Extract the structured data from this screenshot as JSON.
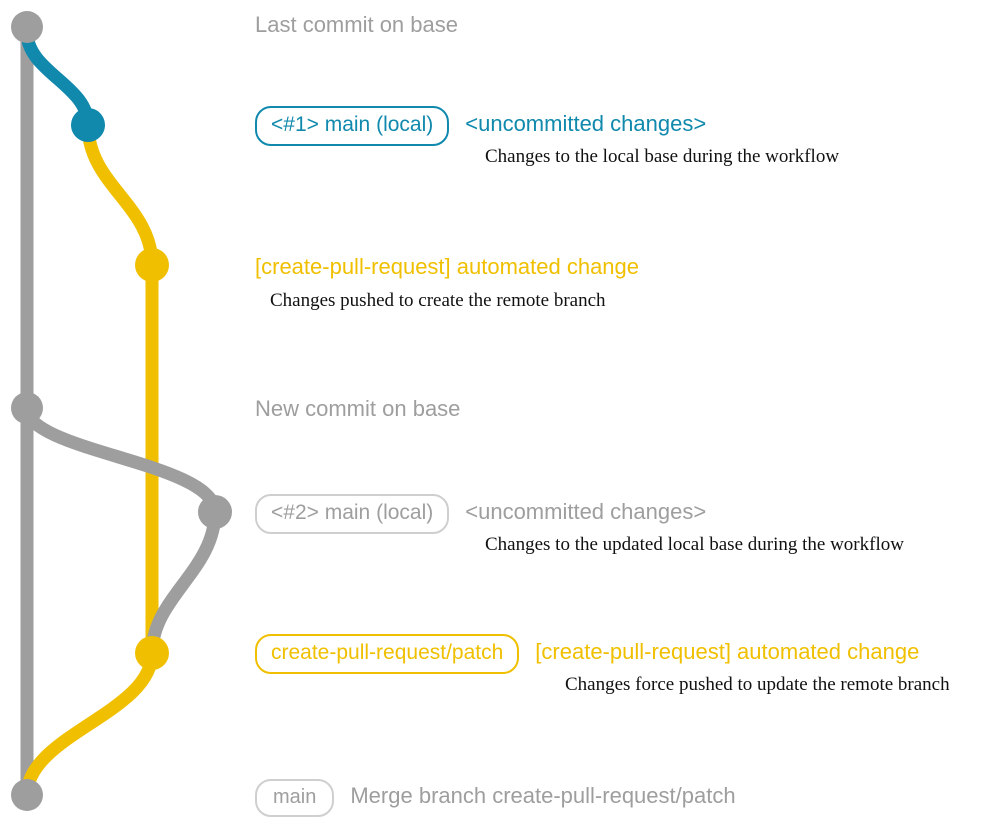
{
  "diagram": {
    "title": "git branch graph for create-pull-request workflow",
    "colors": {
      "base_grey": "#9e9e9e",
      "local_teal": "#1089ad",
      "patch_yellow": "#f0c000",
      "pill_border_grey": "#cfcfcf",
      "note_text": "#111111",
      "background": "#ffffff"
    }
  },
  "commits": [
    {
      "id": "last-commit-on-base",
      "node_color": "#9e9e9e",
      "headline": "Last commit on base",
      "refs": [],
      "subject": "",
      "note": ""
    },
    {
      "id": "local-main-1",
      "node_color": "#1089ad",
      "headline": "",
      "refs": [
        {
          "label": "<#1> main (local)",
          "style": "teal"
        }
      ],
      "subject": "<uncommitted changes>",
      "subject_color": "teal",
      "note": "Changes to the local base during the workflow"
    },
    {
      "id": "automated-change-1",
      "node_color": "#f0c000",
      "headline": "",
      "refs": [],
      "subject": "[create-pull-request] automated change",
      "subject_color": "yellow",
      "note": "Changes pushed to create the remote branch"
    },
    {
      "id": "new-commit-on-base",
      "node_color": "#9e9e9e",
      "headline": "New commit on base",
      "refs": [],
      "subject": "",
      "note": ""
    },
    {
      "id": "local-main-2",
      "node_color": "#9e9e9e",
      "headline": "",
      "refs": [
        {
          "label": "<#2> main (local)",
          "style": "grey"
        }
      ],
      "subject": "<uncommitted changes>",
      "subject_color": "grey",
      "note": "Changes to the updated local base during the workflow"
    },
    {
      "id": "automated-change-2",
      "node_color": "#f0c000",
      "headline": "",
      "refs": [
        {
          "label": "create-pull-request/patch",
          "style": "yellow"
        }
      ],
      "subject": "[create-pull-request] automated change",
      "subject_color": "yellow",
      "note": "Changes force pushed to update the remote branch"
    },
    {
      "id": "merge-commit",
      "node_color": "#9e9e9e",
      "headline": "",
      "refs": [
        {
          "label": "main",
          "style": "mainbottom"
        }
      ],
      "subject": "Merge branch create-pull-request/patch",
      "subject_color": "grey",
      "note": ""
    }
  ],
  "labels": {
    "headline_last_commit": "Last commit on base",
    "headline_new_commit": "New commit on base",
    "ref_main_local_1": "<#1> main (local)",
    "ref_main_local_2": "<#2> main (local)",
    "ref_patch_branch": "create-pull-request/patch",
    "ref_main": "main",
    "subject_uncommitted_1": "<uncommitted changes>",
    "subject_uncommitted_2": "<uncommitted changes>",
    "subject_automated_1": "[create-pull-request] automated change",
    "subject_automated_2": "[create-pull-request] automated change",
    "subject_merge": "Merge branch create-pull-request/patch",
    "note_local_base": "Changes to the local base during the workflow",
    "note_pushed_create": "Changes pushed to create the remote branch",
    "note_updated_local_base": "Changes to the updated local base during the workflow",
    "note_force_pushed": "Changes force pushed to update the remote branch"
  }
}
